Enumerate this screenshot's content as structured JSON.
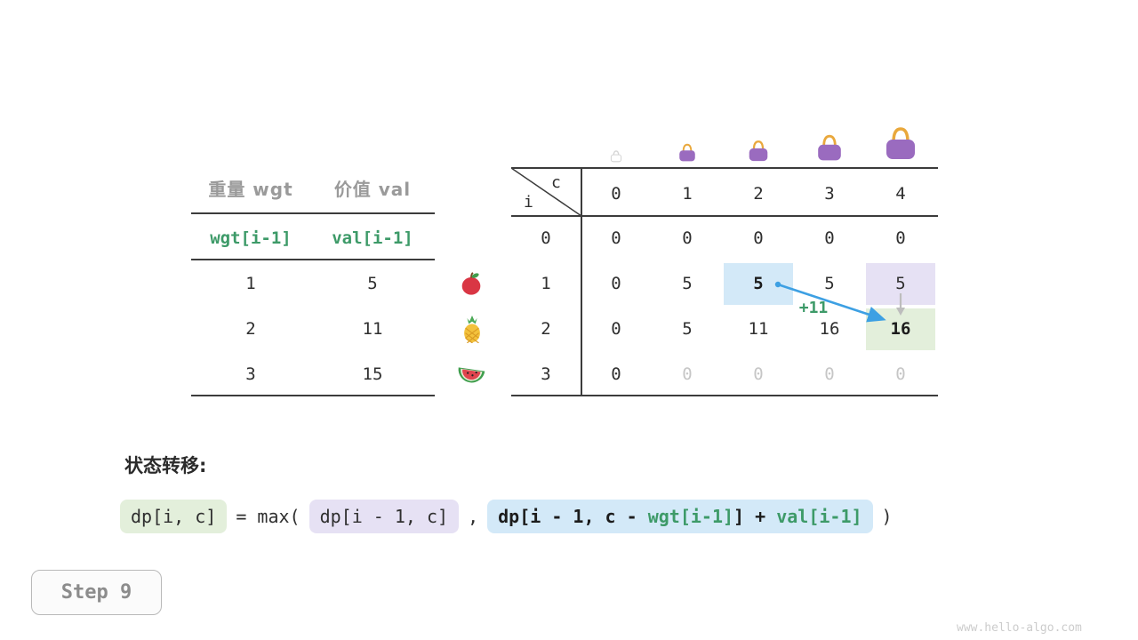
{
  "page": {
    "step_label": "Step 9",
    "watermark": "www.hello-algo.com"
  },
  "item_table": {
    "col1_header": "重量 wgt",
    "col2_header": "价值 val",
    "col1_subheader": "wgt[i-1]",
    "col2_subheader": "val[i-1]",
    "rows": [
      {
        "wgt": "1",
        "val": "5"
      },
      {
        "wgt": "2",
        "val": "11"
      },
      {
        "wgt": "3",
        "val": "15"
      }
    ]
  },
  "dp_table": {
    "corner_col_label": "c",
    "corner_row_label": "i",
    "col_headers": [
      "0",
      "1",
      "2",
      "3",
      "4"
    ],
    "row_headers": [
      "0",
      "1",
      "2",
      "3"
    ],
    "rows": [
      [
        "0",
        "0",
        "0",
        "0",
        "0"
      ],
      [
        "0",
        "5",
        "5",
        "5",
        "5"
      ],
      [
        "0",
        "5",
        "11",
        "16",
        "16"
      ],
      [
        "0",
        "0",
        "0",
        "0",
        "0"
      ]
    ],
    "transition_annotation": "+11"
  },
  "formula": {
    "heading": "状态转移:",
    "lhs": "dp[i, c]",
    "equals_max": "= max(",
    "term1": "dp[i - 1, c]",
    "comma": ",",
    "term2_prefix": "dp[i - 1, c - ",
    "term2_wgt": "wgt[i-1]",
    "term2_mid": "] + ",
    "term2_val": "val[i-1]",
    "close_paren": ")"
  },
  "colors": {
    "green_text": "#3d9a68",
    "arrow_blue": "#3da0e3",
    "highlight_green": "#e3efdb",
    "highlight_blue": "#d3e9f8",
    "highlight_lavender": "#e6e1f4"
  }
}
